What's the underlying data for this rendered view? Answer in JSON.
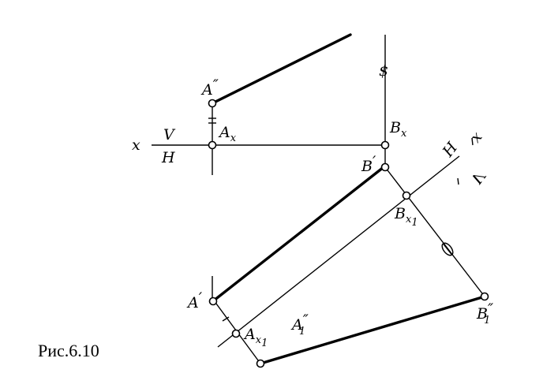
{
  "figure": {
    "caption": "Рис.6.10",
    "axis_x_label": "x",
    "plane_V_label": "V",
    "plane_H_label": "H",
    "new_axis_label": "x",
    "new_axis_plane_top": "H",
    "new_axis_plane_bottom": "V",
    "point_A2": "A",
    "point_A2_mark": "″",
    "point_Ax": "A",
    "point_Ax_sub": "x",
    "point_Bx": "B",
    "point_Bx_sub": "x",
    "point_B1": "B",
    "point_B1_mark": "′",
    "point_Bx1": "B",
    "point_Bx1_sub": "x",
    "point_Bx1_subsub": "1",
    "point_A1": "A",
    "point_A1_mark": "′",
    "point_Ax1": "A",
    "point_Ax1_sub": "x",
    "point_Ax1_subsub": "1",
    "point_A1pp": "A",
    "point_A1pp_mark": "″",
    "point_A1pp_sub": "1",
    "point_B1pp": "B",
    "point_B1pp_mark": "″",
    "point_B1pp_sub": "1",
    "equal_mark_dollar": "$",
    "equal_mark_circle": "o"
  }
}
